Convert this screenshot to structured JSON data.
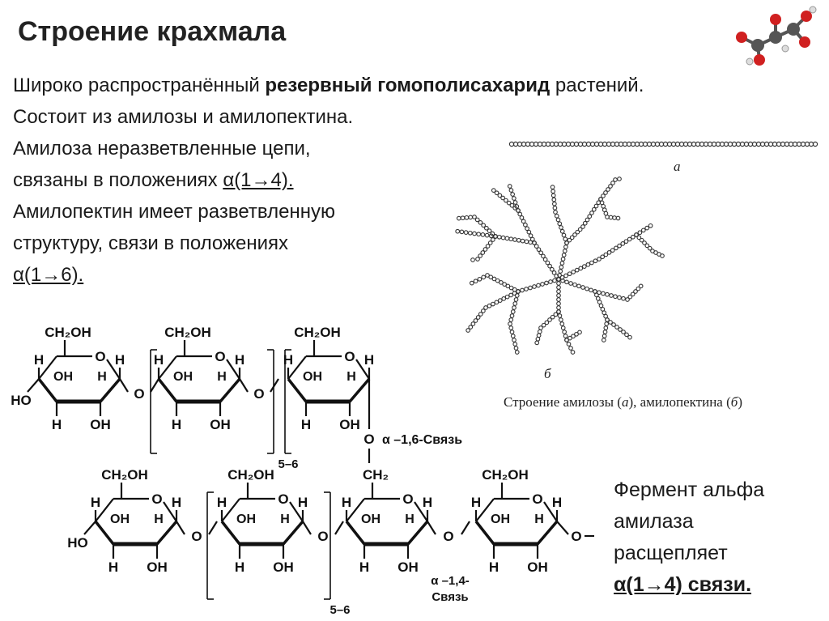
{
  "slide": {
    "title": "Строение крахмала",
    "intro": {
      "line1_pre": "Широко распространённый ",
      "line1_bold": "резервный гомополисахарид",
      "line1_post": " растений.",
      "line2": "Состоит из амилозы и амилопектина.",
      "line3": "Амилоза неразветвленные цепи,",
      "line4_pre": "связаны в положениях ",
      "line4_link": "α(1→4).",
      "line5": "Амилопектин имеет разветвленную",
      "line6": "структуру, связи в положениях",
      "line7_link": "α(1→6)."
    },
    "figure": {
      "label_a": "а",
      "label_b": "б",
      "caption_pre": "Строение амилозы (",
      "caption_a": "а",
      "caption_mid": "), амилопектина (",
      "caption_b": "б",
      "caption_post": ")"
    },
    "enzyme": {
      "line1": "Фермент альфа",
      "line2": "амилаза",
      "line3": "расщепляет",
      "line4": "α(1→4) связи."
    },
    "formula": {
      "ch2oh": "CH₂OH",
      "ch2": "CH₂",
      "h": "H",
      "oh": "OH",
      "ho": "HO",
      "o": "O",
      "repeat_label": "5–6",
      "bond_16": "α –1,6-Связь",
      "bond_14_line1": "α –1,4-",
      "bond_14_line2": "Связь"
    }
  }
}
